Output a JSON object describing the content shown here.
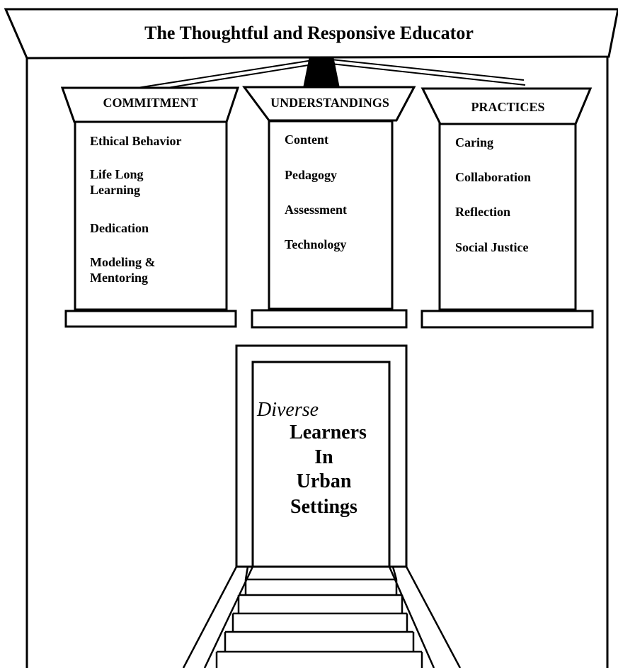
{
  "title": "The Thoughtful and Responsive Educator",
  "pillars": [
    {
      "heading": "COMMITMENT",
      "items": [
        "Ethical Behavior",
        "Life Long Learning",
        "Dedication",
        "Modeling & Mentoring"
      ]
    },
    {
      "heading": "UNDERSTANDINGS",
      "items": [
        "Content",
        "Pedagogy",
        "Assessment",
        "Technology"
      ]
    },
    {
      "heading": "PRACTICES",
      "items": [
        "Caring",
        "Collaboration",
        "Reflection",
        "Social Justice"
      ]
    }
  ],
  "door": {
    "emphasis": "Diverse",
    "lines": [
      "Learners",
      "In",
      "Urban",
      "Settings"
    ]
  },
  "colors": {
    "line": "#000000",
    "background": "#ffffff"
  }
}
